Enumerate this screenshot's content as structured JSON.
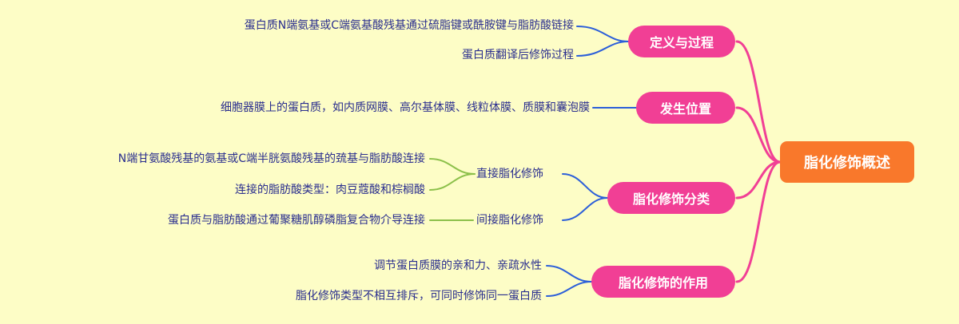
{
  "mindmap": {
    "root": "脂化修饰概述",
    "branches": [
      {
        "label": "定义与过程",
        "children": [
          "蛋白质N端氨基或C端氨基酸残基通过硫脂键或酰胺键与脂肪酸链接",
          "蛋白质翻译后修饰过程"
        ]
      },
      {
        "label": "发生位置",
        "children": [
          "细胞器膜上的蛋白质，如内质网膜、高尔基体膜、线粒体膜、质膜和囊泡膜"
        ]
      },
      {
        "label": "脂化修饰分类",
        "subs": [
          {
            "label": "直接脂化修饰",
            "children": [
              "N端甘氨酸残基的氨基或C端半胱氨酸残基的巯基与脂肪酸连接",
              "连接的脂肪酸类型：肉豆蔻酸和棕榈酸"
            ]
          },
          {
            "label": "间接脂化修饰",
            "children": [
              "蛋白质与脂肪酸通过葡聚糖肌醇磷脂复合物介导连接"
            ]
          }
        ]
      },
      {
        "label": "脂化修饰的作用",
        "children": [
          "调节蛋白质膜的亲和力、亲疏水性",
          "脂化修饰类型不相互排斥，可同时修饰同一蛋白质"
        ]
      }
    ]
  },
  "colors": {
    "background": "#fdfdc6",
    "root_fill": "#f9782b",
    "branch_fill": "#f13f95",
    "root_links": "#f13f95",
    "leaf_links": "#2c5fd9",
    "sub_links": "#8cc04a",
    "leaf_text": "#2a2e8e"
  }
}
